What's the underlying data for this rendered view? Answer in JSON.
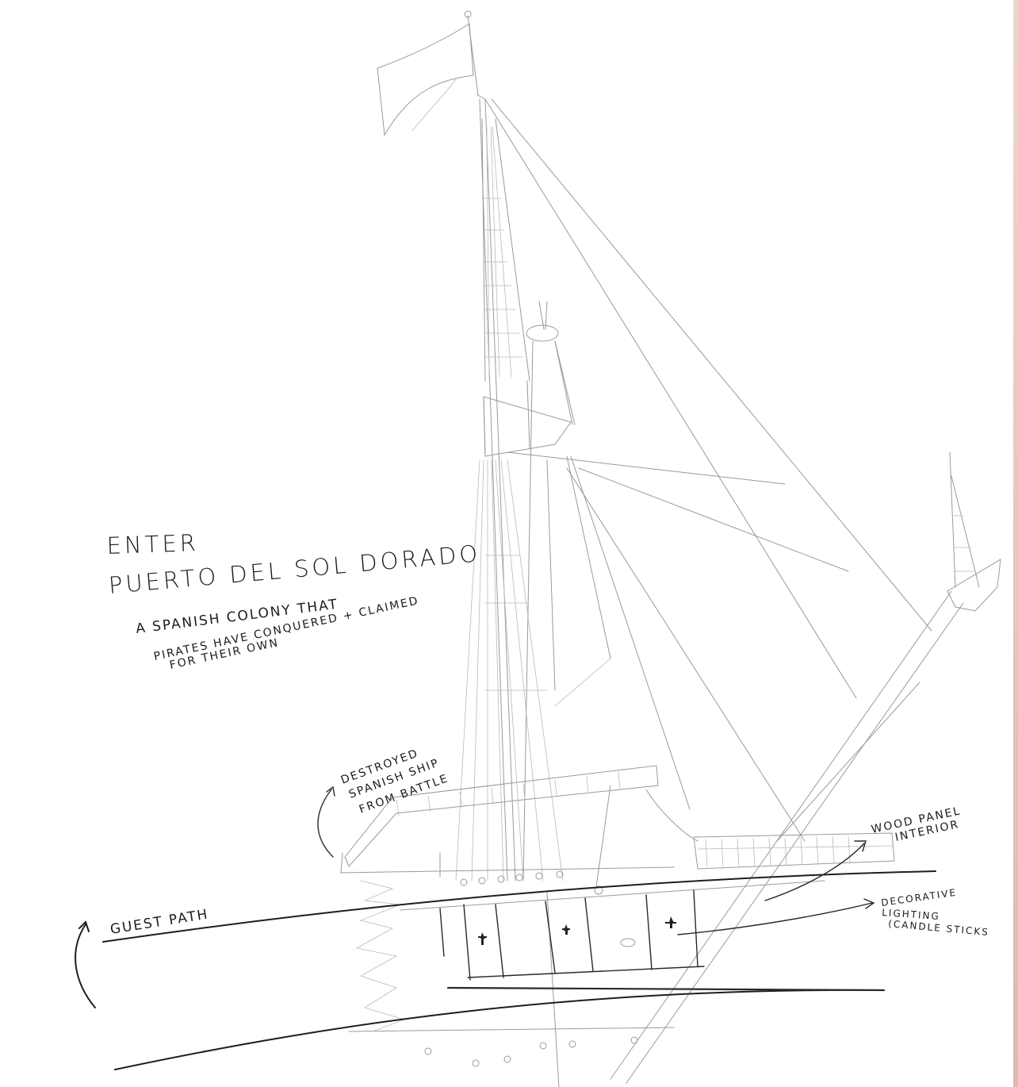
{
  "notes": {
    "enter": "ENTER",
    "title": "PUERTO DEL SOL DORADO",
    "desc_line1": "A SPANISH COLONY THAT",
    "desc_line2": "PIRATES HAVE CONQUERED + CLAIMED",
    "desc_line3": "FOR THEIR OWN"
  },
  "labels": {
    "destroyed_1": "DESTROYED",
    "destroyed_2": "SPANISH SHIP",
    "destroyed_3": "FROM BATTLE",
    "wood_1": "WOOD PANEL",
    "wood_2": "INTERIOR",
    "lighting_1": "DECORATIVE",
    "lighting_2": "LIGHTING",
    "lighting_3": "(CANDLE STICKS",
    "guest_path": "GUEST PATH"
  },
  "colors": {
    "paper": "#ffffff",
    "pencil": "#9a9a9a",
    "ink": "#1e1e1e"
  }
}
